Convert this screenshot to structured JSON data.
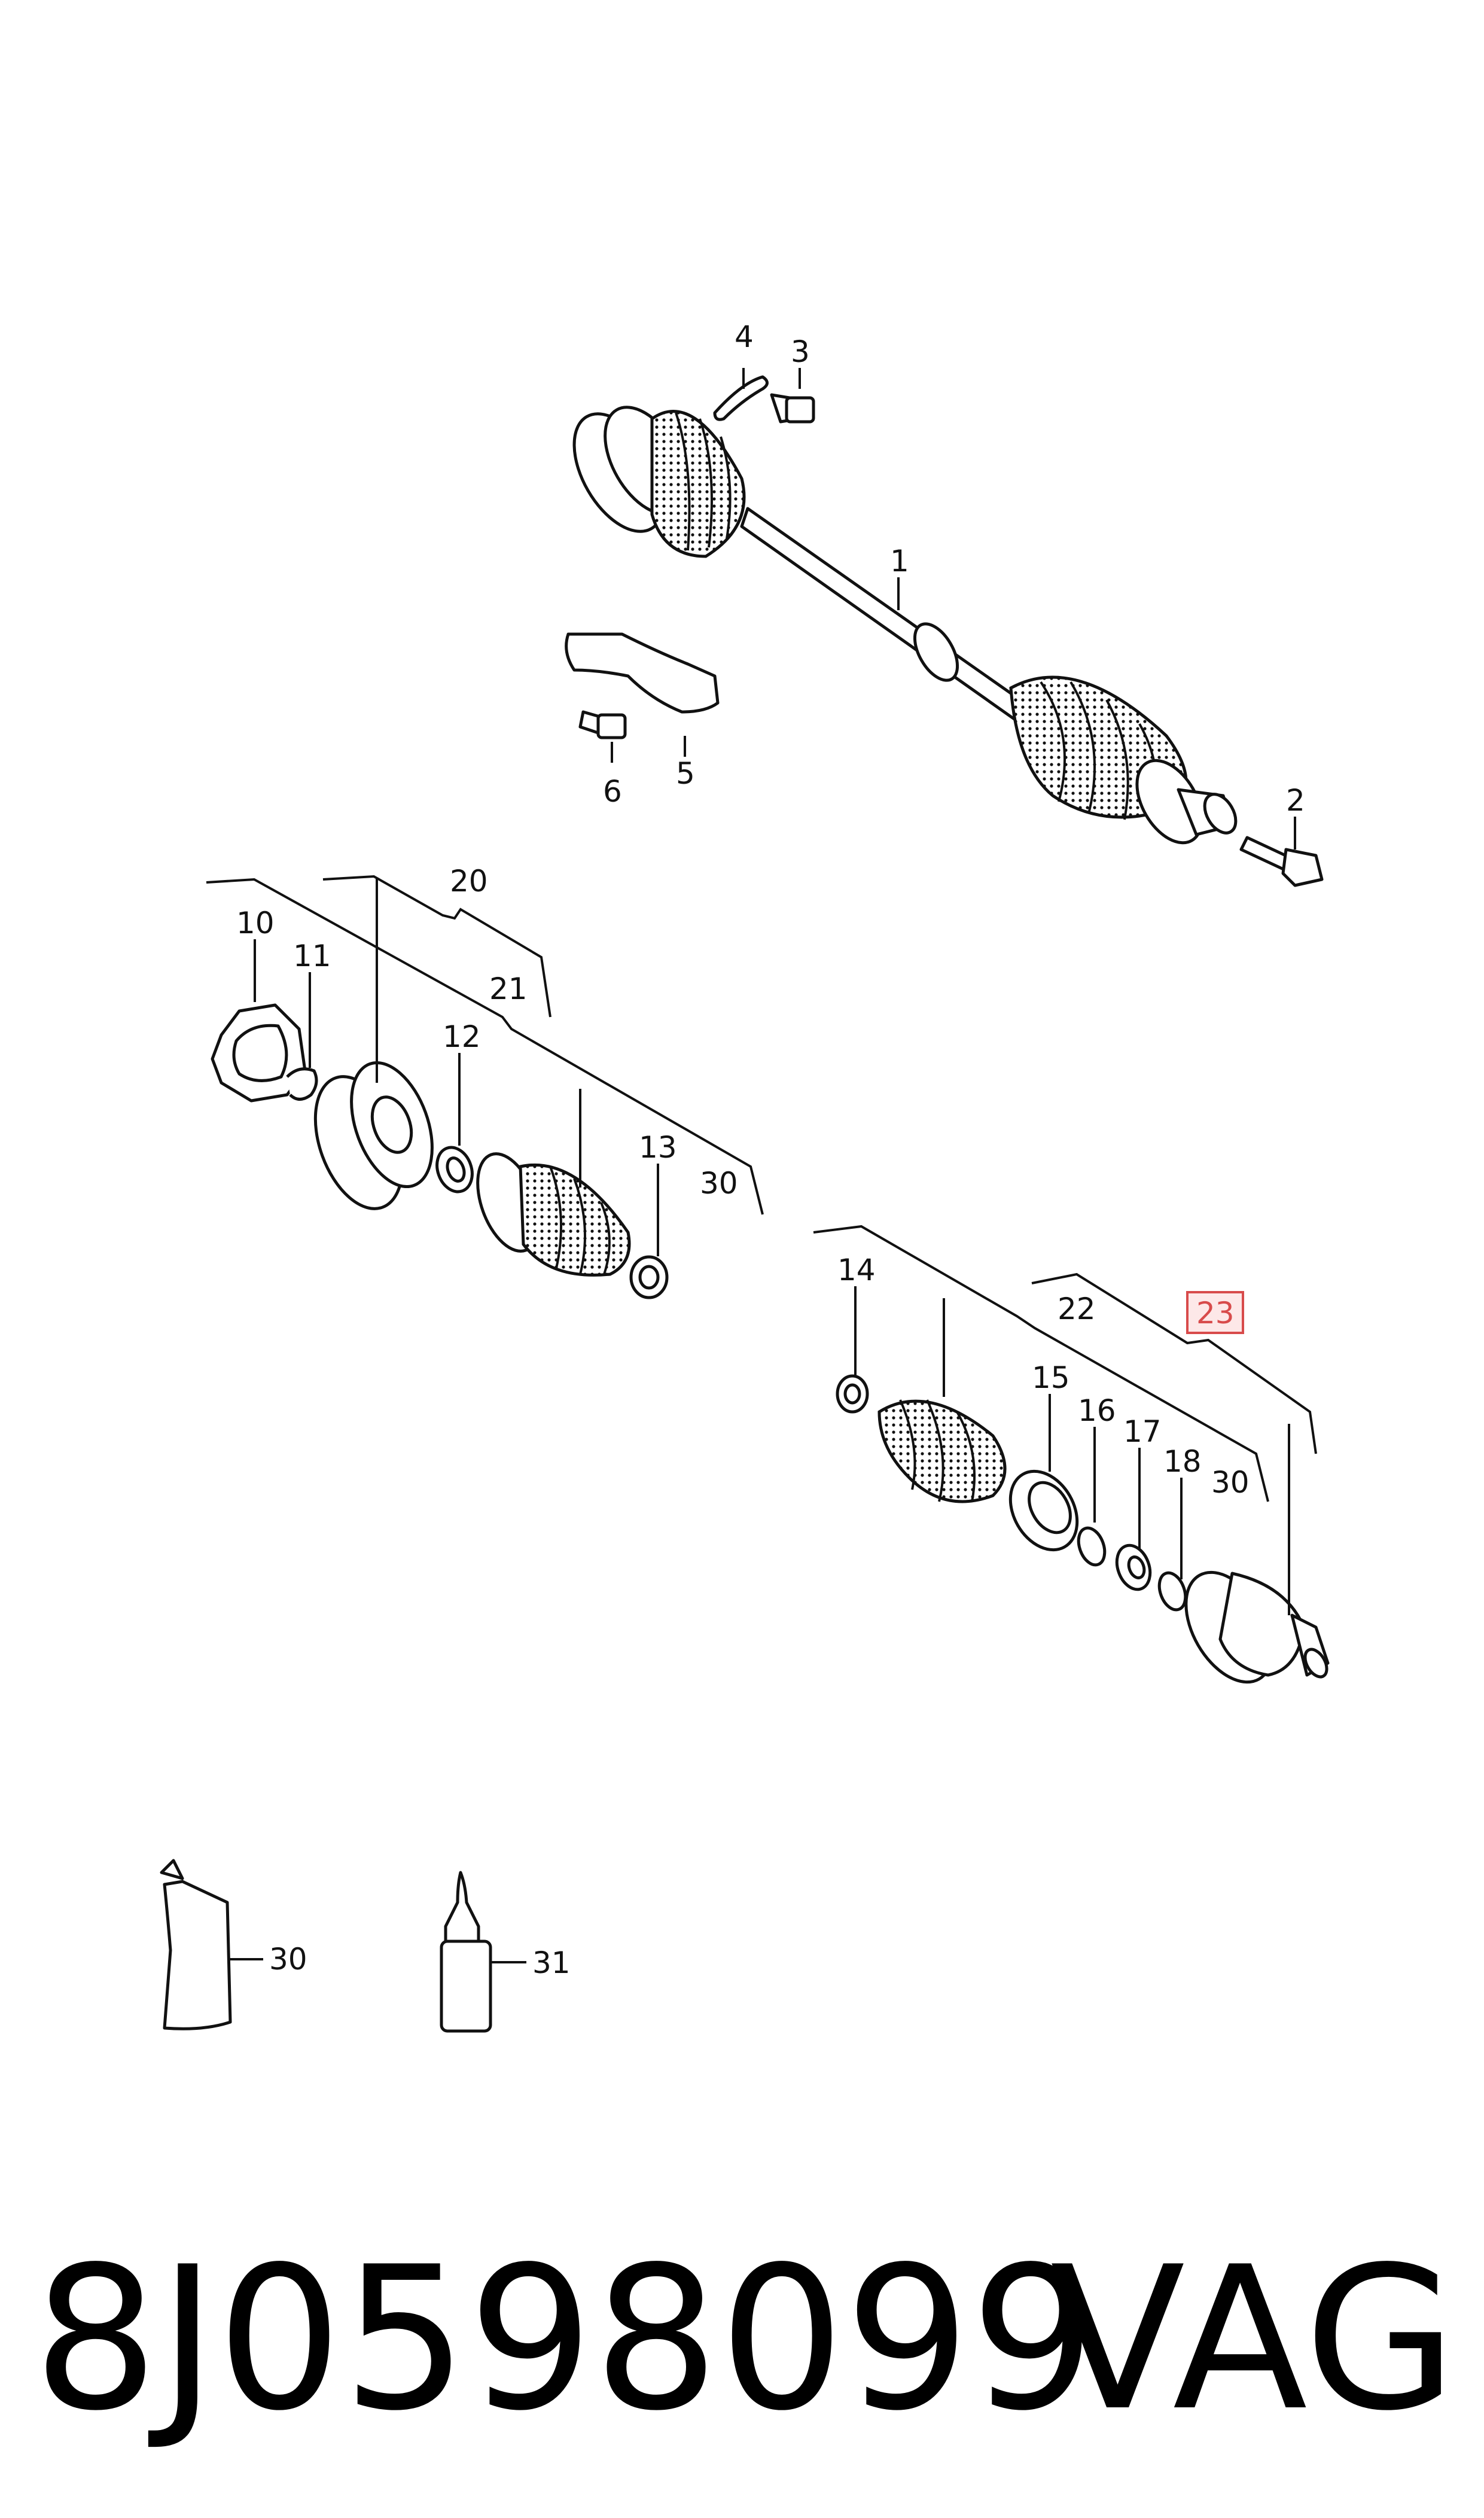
{
  "callouts": {
    "c1": "1",
    "c2": "2",
    "c3": "3",
    "c4": "4",
    "c5": "5",
    "c6": "6",
    "c10": "10",
    "c11": "11",
    "c12": "12",
    "c13": "13",
    "c14": "14",
    "c15": "15",
    "c16": "16",
    "c17": "17",
    "c18": "18",
    "c20": "20",
    "c21": "21",
    "c22": "22",
    "c23": "23",
    "c30a": "30",
    "c30b": "30",
    "c30c": "30",
    "c31": "31"
  },
  "highlighted_callout": "23",
  "highlight_color": "#d84b4b",
  "footer": {
    "part_number": "8J0598099",
    "brand": "VAG"
  }
}
